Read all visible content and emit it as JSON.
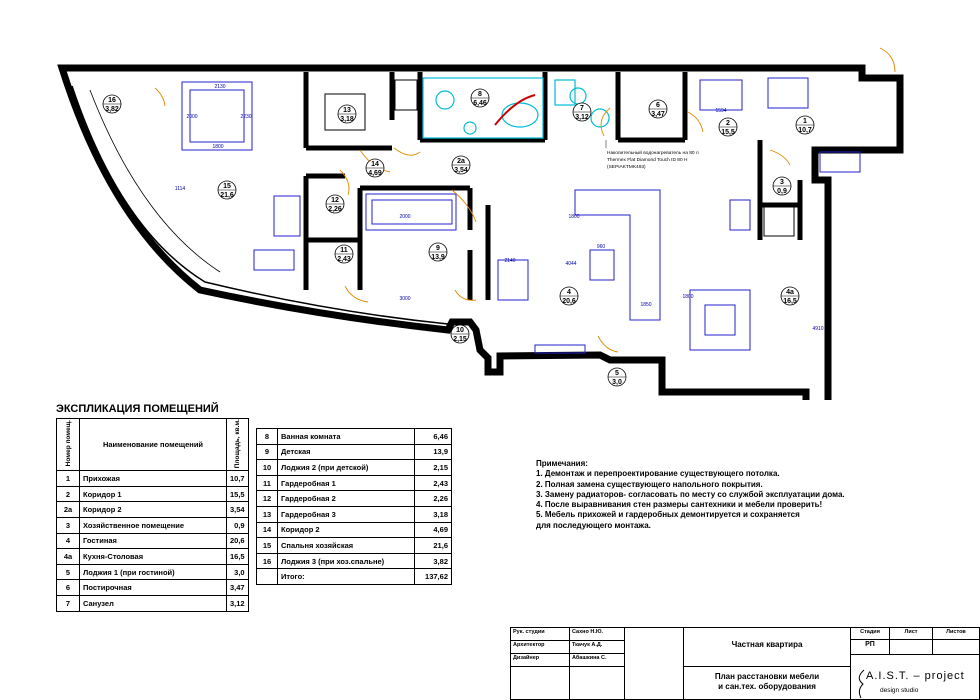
{
  "plan": {
    "rooms": [
      {
        "num": "16",
        "area": "3,82"
      },
      {
        "num": "15",
        "area": "21,6"
      },
      {
        "num": "13",
        "area": "3,18"
      },
      {
        "num": "14",
        "area": "4,69"
      },
      {
        "num": "8",
        "area": "6,46"
      },
      {
        "num": "7",
        "area": "3,12"
      },
      {
        "num": "6",
        "area": "3,47"
      },
      {
        "num": "2",
        "area": "15,5"
      },
      {
        "num": "1",
        "area": "10,7"
      },
      {
        "num": "2a",
        "area": "3,54"
      },
      {
        "num": "12",
        "area": "2,26"
      },
      {
        "num": "11",
        "area": "2,43"
      },
      {
        "num": "9",
        "area": "13,9"
      },
      {
        "num": "4",
        "area": "20,6"
      },
      {
        "num": "3",
        "area": "0,9"
      },
      {
        "num": "4a",
        "area": "16,5"
      },
      {
        "num": "10",
        "area": "2,15"
      },
      {
        "num": "5",
        "area": "3,0"
      }
    ],
    "heater_note": [
      "Накопительный водонагреватель на 80 л",
      "Thermex Flat Diamond Touch ID 80 H",
      "(SEPIAKTMK493)"
    ],
    "dims": [
      "2130",
      "2000",
      "1800",
      "2230",
      "2000",
      "1594",
      "4044",
      "1800",
      "1850",
      "2140",
      "1800",
      "4910",
      "960",
      "1114",
      "3000"
    ]
  },
  "explication": {
    "title": "ЭКСПЛИКАЦИЯ ПОМЕЩЕНИЙ",
    "headers": {
      "num": "Номер помещ.",
      "name": "Наименование помещений",
      "area": "Площадь, кв.м."
    },
    "left_rows": [
      {
        "num": "1",
        "name": "Прихожая",
        "area": "10,7"
      },
      {
        "num": "2",
        "name": "Коридор 1",
        "area": "15,5"
      },
      {
        "num": "2а",
        "name": "Коридор 2",
        "area": "3,54"
      },
      {
        "num": "3",
        "name": "Хозяйственное помещение",
        "area": "0,9"
      },
      {
        "num": "4",
        "name": "Гостиная",
        "area": "20,6"
      },
      {
        "num": "4а",
        "name": "Кухня-Столовая",
        "area": "16,5"
      },
      {
        "num": "5",
        "name": "Лоджия 1 (при гостиной)",
        "area": "3,0"
      },
      {
        "num": "6",
        "name": "Постирочная",
        "area": "3,47"
      },
      {
        "num": "7",
        "name": "Санузел",
        "area": "3,12"
      }
    ],
    "right_rows": [
      {
        "num": "8",
        "name": "Ванная комната",
        "area": "6,46"
      },
      {
        "num": "9",
        "name": "Детская",
        "area": "13,9"
      },
      {
        "num": "10",
        "name": "Лоджия 2 (при детской)",
        "area": "2,15"
      },
      {
        "num": "11",
        "name": "Гардеробная 1",
        "area": "2,43"
      },
      {
        "num": "12",
        "name": "Гардеробная 2",
        "area": "2,26"
      },
      {
        "num": "13",
        "name": "Гардеробная 3",
        "area": "3,18"
      },
      {
        "num": "14",
        "name": "Коридор 2",
        "area": "4,69"
      },
      {
        "num": "15",
        "name": "Спальня хозяйская",
        "area": "21,6"
      },
      {
        "num": "16",
        "name": "Лоджия 3 (при хоз.спальне)",
        "area": "3,82"
      },
      {
        "num": "",
        "name": "Итого:",
        "area": "137,62"
      }
    ]
  },
  "notes": {
    "title": "Примечания:",
    "items": [
      "1. Демонтаж и перепроектирование существующего потолка.",
      "2. Полная замена существующего напольного покрытия.",
      "3. Замену радиаторов- согласовать по месту со службой эксплуатации дома.",
      "4. После выравнивания стен размеры сантехники и мебели проверить!",
      "5. Мебель прихожей и гардеробных демонтируется и сохраняется",
      "для последующего монтажа."
    ]
  },
  "stamp": {
    "roles": [
      "Рук. студии",
      "Архитектор",
      "Дизайнер"
    ],
    "names": [
      "Сахно Н.Ю.",
      "Ткачук А.Д.",
      "Абашкина С."
    ],
    "project": "Частная квартира",
    "sheet_title_1": "План расстановки мебели",
    "sheet_title_2": "и сан.тех. оборудования",
    "col_stage": "Стадия",
    "col_sheet": "Лист",
    "col_sheets": "Листов",
    "stage": "РП",
    "studio": "A.I.S.T. – project",
    "studio_sub": "design studio"
  }
}
